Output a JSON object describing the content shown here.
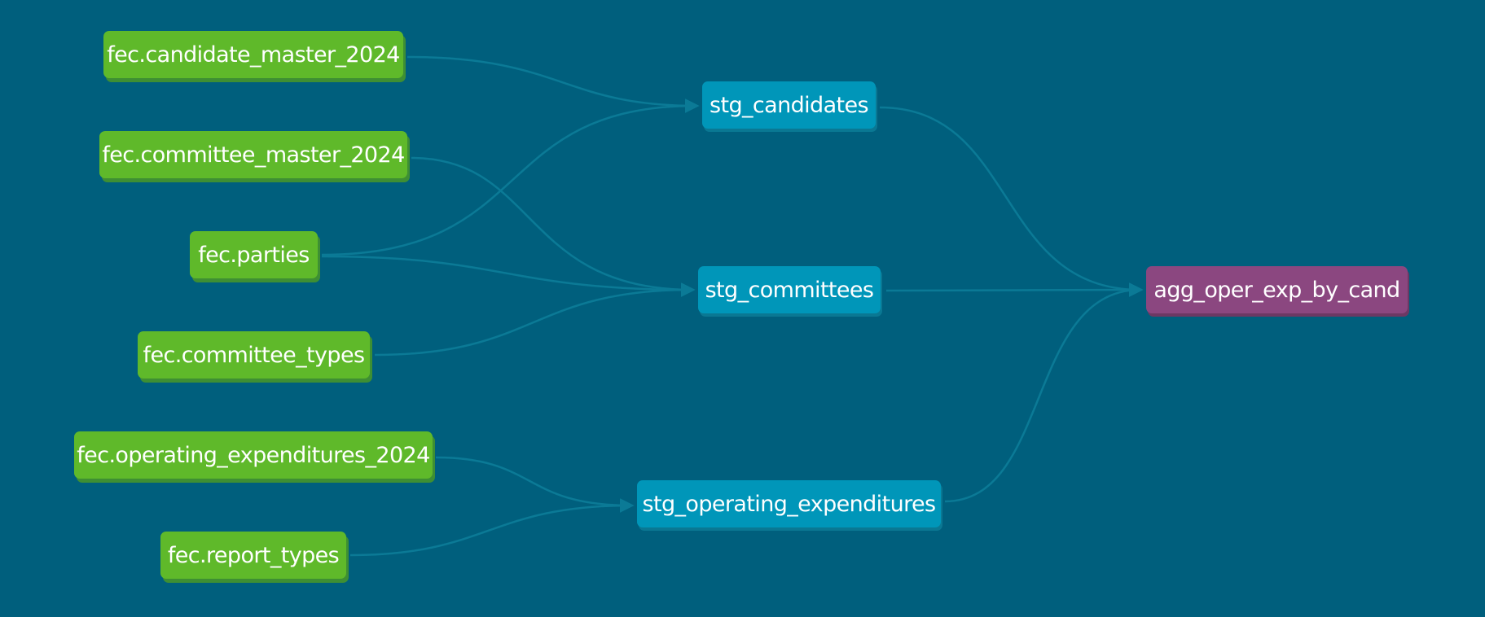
{
  "diagram": {
    "sources": [
      {
        "id": "src_candidate_master",
        "label": "fec.candidate_master_2024"
      },
      {
        "id": "src_committee_master",
        "label": "fec.committee_master_2024"
      },
      {
        "id": "src_parties",
        "label": "fec.parties"
      },
      {
        "id": "src_committee_types",
        "label": "fec.committee_types"
      },
      {
        "id": "src_operating_expenditures",
        "label": "fec.operating_expenditures_2024"
      },
      {
        "id": "src_report_types",
        "label": "fec.report_types"
      }
    ],
    "staging": [
      {
        "id": "stg_candidates",
        "label": "stg_candidates"
      },
      {
        "id": "stg_committees",
        "label": "stg_committees"
      },
      {
        "id": "stg_operating_expenditures",
        "label": "stg_operating_expenditures"
      }
    ],
    "marts": [
      {
        "id": "agg_oper_exp_by_cand",
        "label": "agg_oper_exp_by_cand"
      }
    ],
    "edges": [
      {
        "from": "fec.candidate_master_2024",
        "to": "stg_candidates"
      },
      {
        "from": "fec.parties",
        "to": "stg_candidates"
      },
      {
        "from": "fec.committee_master_2024",
        "to": "stg_committees"
      },
      {
        "from": "fec.parties",
        "to": "stg_committees"
      },
      {
        "from": "fec.committee_types",
        "to": "stg_committees"
      },
      {
        "from": "fec.operating_expenditures_2024",
        "to": "stg_operating_expenditures"
      },
      {
        "from": "fec.report_types",
        "to": "stg_operating_expenditures"
      },
      {
        "from": "stg_candidates",
        "to": "agg_oper_exp_by_cand"
      },
      {
        "from": "stg_committees",
        "to": "agg_oper_exp_by_cand"
      },
      {
        "from": "stg_operating_expenditures",
        "to": "agg_oper_exp_by_cand"
      }
    ],
    "colors": {
      "background": "#005f7d",
      "source_node": "#5fb92a",
      "staging_node": "#0096b9",
      "mart_node": "#8b4780",
      "edge": "#0b7a96"
    }
  }
}
